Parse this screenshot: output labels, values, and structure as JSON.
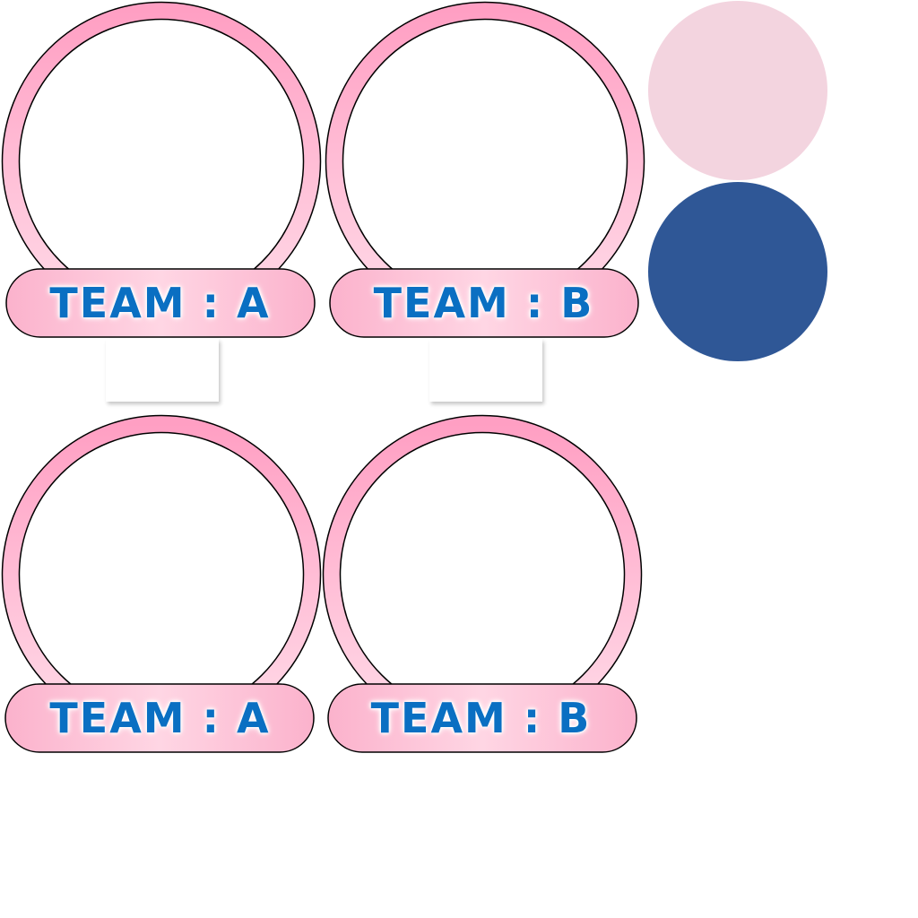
{
  "colors": {
    "ring_top": "#ff9fc3",
    "ring_bottom": "#ffdbe8",
    "plate_edge": "#fbb2cc",
    "plate_center": "#ffd6e4",
    "label_text": "#0a6fc2",
    "swatch_pink": "#f3d4df",
    "swatch_blue": "#2f5796"
  },
  "badges": [
    {
      "id": "a_top",
      "label": "TEAM : A"
    },
    {
      "id": "b_top",
      "label": "TEAM : B"
    },
    {
      "id": "a_bottom",
      "label": "TEAM : A"
    },
    {
      "id": "b_bottom",
      "label": "TEAM : B"
    }
  ]
}
